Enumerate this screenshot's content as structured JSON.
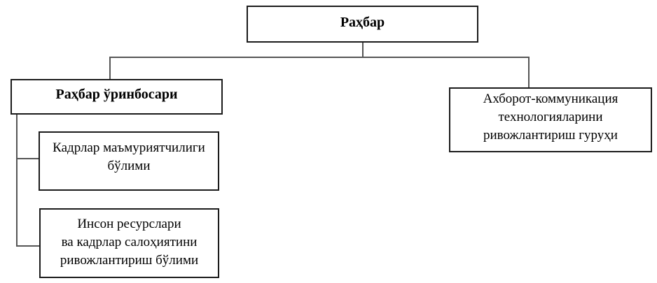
{
  "diagram": {
    "type": "org-chart",
    "colors": {
      "background": "#ffffff",
      "box_border": "#1b1b1b",
      "connector": "#555555",
      "text": "#000000"
    },
    "nodes": {
      "rahbar": {
        "label": "Раҳбар",
        "level": 1,
        "bold": true
      },
      "deputy": {
        "label": "Раҳбар ўринбосари",
        "level": 2,
        "bold": true,
        "parent": "Раҳбар"
      },
      "ict_group": {
        "lines": {
          "0": "Ахборот-коммуникация",
          "1": "технологияларини",
          "2": "ривожлантириш гуруҳи"
        },
        "level": 2,
        "bold": false,
        "parent": "Раҳбар"
      },
      "hr_admin": {
        "lines": {
          "0": "Кадрлар маъмуриятчилиги",
          "1": "бўлими"
        },
        "level": 3,
        "bold": false,
        "parent": "Раҳбар ўринбосари"
      },
      "hr_dev": {
        "lines": {
          "0": "Инсон ресурслари",
          "1": "ва кадрлар салоҳиятини",
          "2": "ривожлантириш бўлими"
        },
        "level": 3,
        "bold": false,
        "parent": "Раҳбар ўринбосари"
      }
    }
  }
}
